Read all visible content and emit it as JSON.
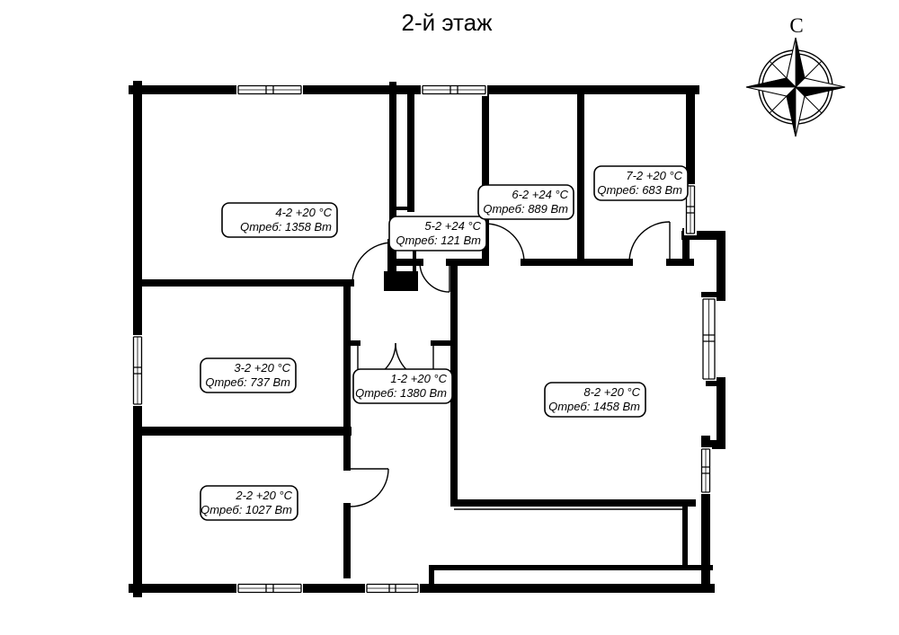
{
  "page": {
    "background": "#ffffff",
    "wall_color": "#000000",
    "label_border_color": "#000000"
  },
  "title": "2-й этаж",
  "compass": {
    "north_label": "С"
  },
  "rooms": [
    {
      "id": "1-2",
      "line1": "1-2  +20 °C",
      "line2": "Qтреб: 1380 Вт",
      "temperature_c": 20,
      "q_watt": 1380
    },
    {
      "id": "2-2",
      "line1": "2-2  +20 °C",
      "line2": "Qтреб: 1027 Вт",
      "temperature_c": 20,
      "q_watt": 1027
    },
    {
      "id": "3-2",
      "line1": "3-2  +20 °C",
      "line2": "Qтреб: 737 Вт",
      "temperature_c": 20,
      "q_watt": 737
    },
    {
      "id": "4-2",
      "line1": "4-2  +20 °C",
      "line2": "Qтреб: 1358 Вт",
      "temperature_c": 20,
      "q_watt": 1358
    },
    {
      "id": "5-2",
      "line1": "5-2  +24 °C",
      "line2": "Qтреб: 121 Вт",
      "temperature_c": 24,
      "q_watt": 121
    },
    {
      "id": "6-2",
      "line1": "6-2  +24 °C",
      "line2": "Qтреб: 889 Вт",
      "temperature_c": 24,
      "q_watt": 889
    },
    {
      "id": "7-2",
      "line1": "7-2  +20 °C",
      "line2": "Qтреб: 683 Вт",
      "temperature_c": 20,
      "q_watt": 683
    },
    {
      "id": "8-2",
      "line1": "8-2  +20 °C",
      "line2": "Qтреб: 1458 Вт",
      "temperature_c": 20,
      "q_watt": 1458
    }
  ]
}
